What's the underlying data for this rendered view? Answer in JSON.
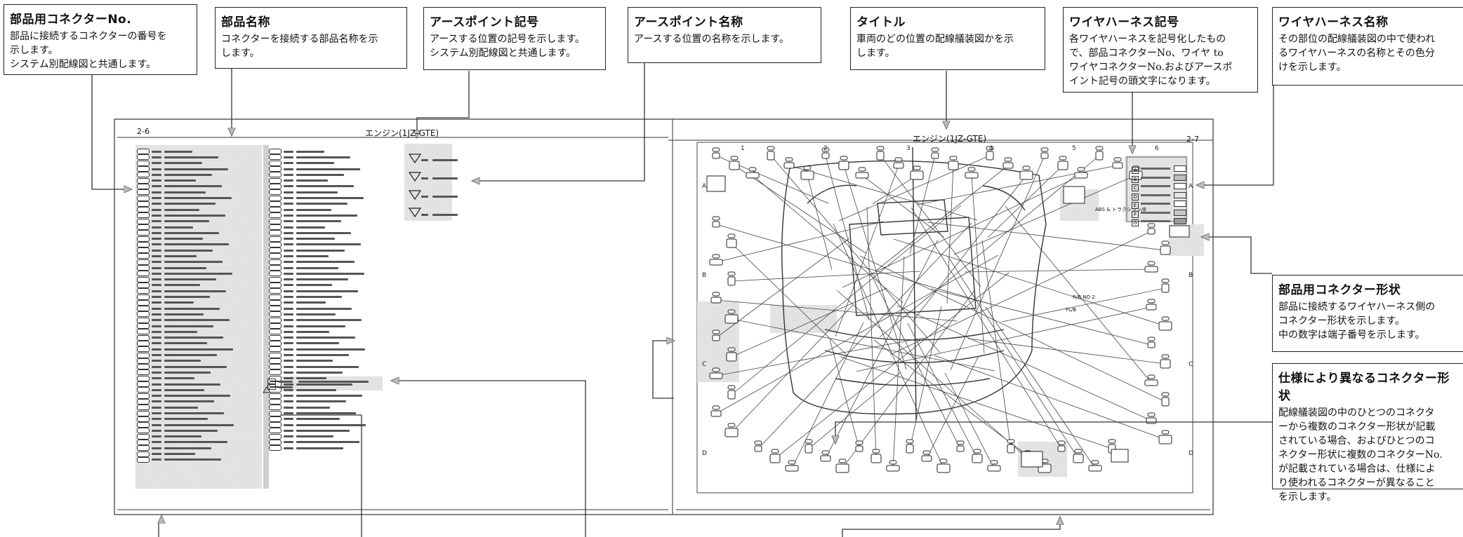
{
  "callouts": [
    {
      "id": "part-connector-no",
      "title": "部品用コネクターNo.",
      "body": "部品に接続するコネクターの番号を\n示します。\nシステム別配線図と共通します。"
    },
    {
      "id": "part-name",
      "title": "部品名称",
      "body": "コネクターを接続する部品名称を示\nします。"
    },
    {
      "id": "ground-point-symbol",
      "title": "アースポイント記号",
      "body": "アースする位置の記号を示します。\nシステム別配線図と共通します。"
    },
    {
      "id": "ground-point-name",
      "title": "アースポイント名称",
      "body": "アースする位置の名称を示します。"
    },
    {
      "id": "title",
      "title": "タイトル",
      "body": "車両のどの位置の配線艤装図かを示\nします。"
    },
    {
      "id": "wire-harness-symbol",
      "title": "ワイヤハーネス記号",
      "body": "各ワイヤハーネスを記号化したもの\nで、部品コネクターNo、ワイヤ to\nワイヤコネクターNo.およびアースポ\nイント記号の頭文字になります。"
    },
    {
      "id": "wire-harness-name",
      "title": "ワイヤハーネス名称",
      "body": "その部位の配線艤装図の中で使われ\nるワイヤハーネスの名称とその色分\nけを示します。"
    },
    {
      "id": "part-connector-shape",
      "title": "部品用コネクター形状",
      "body": "部品に接続するワイヤハーネス側の\nコネクター形状を示します。\n中の数字は端子番号を示します。"
    },
    {
      "id": "spec-connector-shape",
      "title": "仕様により異なるコネクター形状",
      "body": "配線艤装図の中のひとつのコネクタ\nーから複数のコネクター形状が記載\nされている場合、およびひとつのコ\nネクター形状に複数のコネクターNo.\nが記載されている場合は、仕様によ\nり使われるコネクターが異なること\nを示します。"
    }
  ],
  "left_page": {
    "page_number": "2-6",
    "title": "エンジン(1JZ-GTE)"
  },
  "right_page": {
    "page_number": "2-7",
    "title": "エンジン(1JZ-GTE)"
  },
  "grid": {
    "columns": [
      "1",
      "2",
      "3",
      "4",
      "5",
      "6"
    ],
    "rows": [
      "A",
      "B",
      "C",
      "D"
    ]
  },
  "diagram_labels": {
    "abs": "ABS & トラクション/B",
    "relay": "R/B NO 2",
    "fl": "FL/B"
  },
  "legend": {
    "letters": [
      "A",
      "B",
      "C",
      "D",
      "E",
      "F",
      "G"
    ],
    "colors": [
      "#ffffff",
      "#bdbdbd",
      "#ffffff",
      "#e6e6e6",
      "#ffffff",
      "#c8c8c8",
      "#9a9a9a"
    ]
  },
  "parts_list_counts": {
    "col1": 54,
    "col2": 52
  }
}
